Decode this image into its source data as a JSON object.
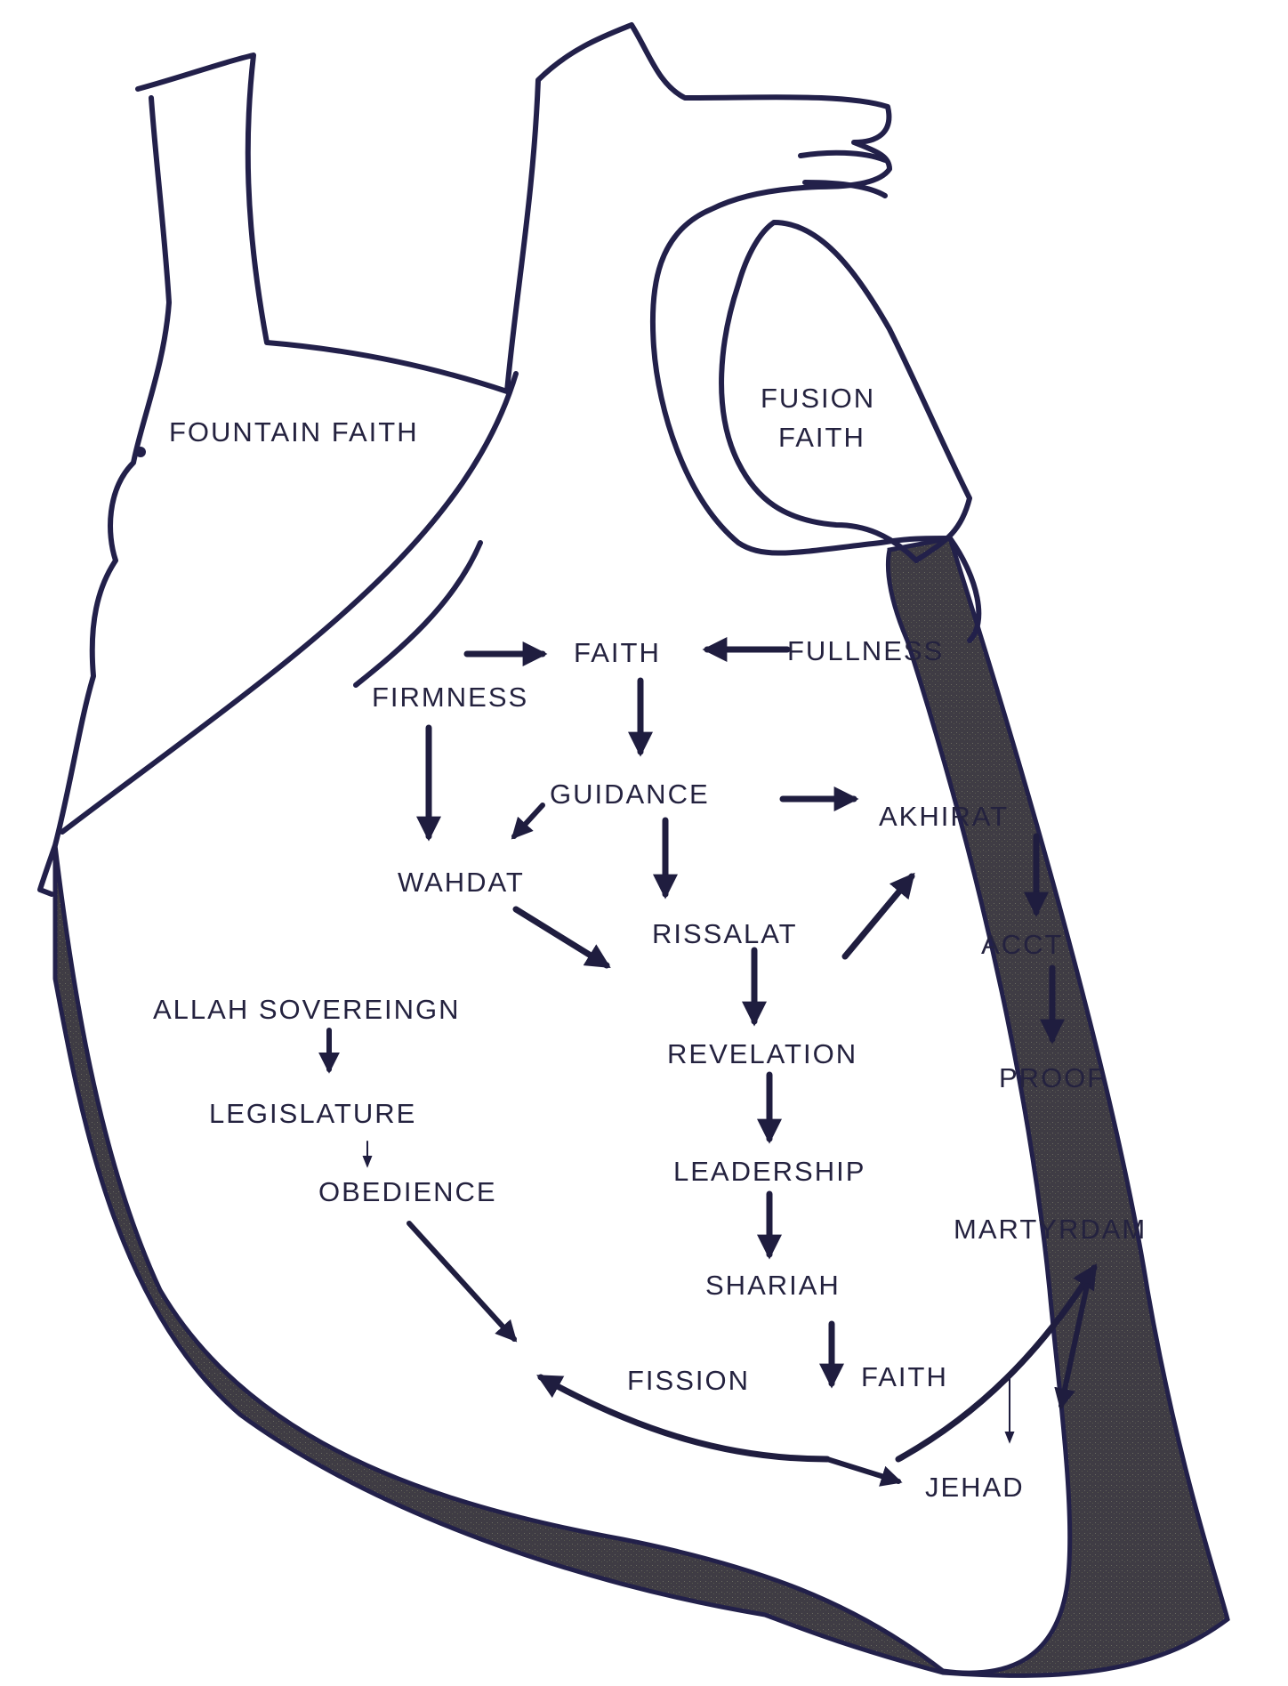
{
  "colors": {
    "outline": "#22204a",
    "wall": "#3f3c44",
    "text": "#24223f",
    "background": "#ffffff"
  },
  "labels": {
    "fountain_faith": "FOUNTAIN FAITH",
    "fusion": "FUSION",
    "fusion_faith": "FAITH",
    "faith_top": "FAITH",
    "fullness": "FULLNESS",
    "firmness": "FIRMNESS",
    "guidance": "GUIDANCE",
    "akhirat": "AKHIRAT",
    "wahdat": "WAHDAT",
    "rissalat": "RISSALAT",
    "acct": "ACCT",
    "allah_sovereign": "ALLAH SOVEREINGN",
    "revelation": "REVELATION",
    "proof": "PROOF",
    "legislature": "LEGISLATURE",
    "obedience": "OBEDIENCE",
    "leadership": "LEADERSHIP",
    "martyrdam": "MARTYRDAM",
    "shariah": "SHARIAH",
    "fission": "FISSION",
    "faith_bottom": "FAITH",
    "jehad": "JEHAD"
  }
}
